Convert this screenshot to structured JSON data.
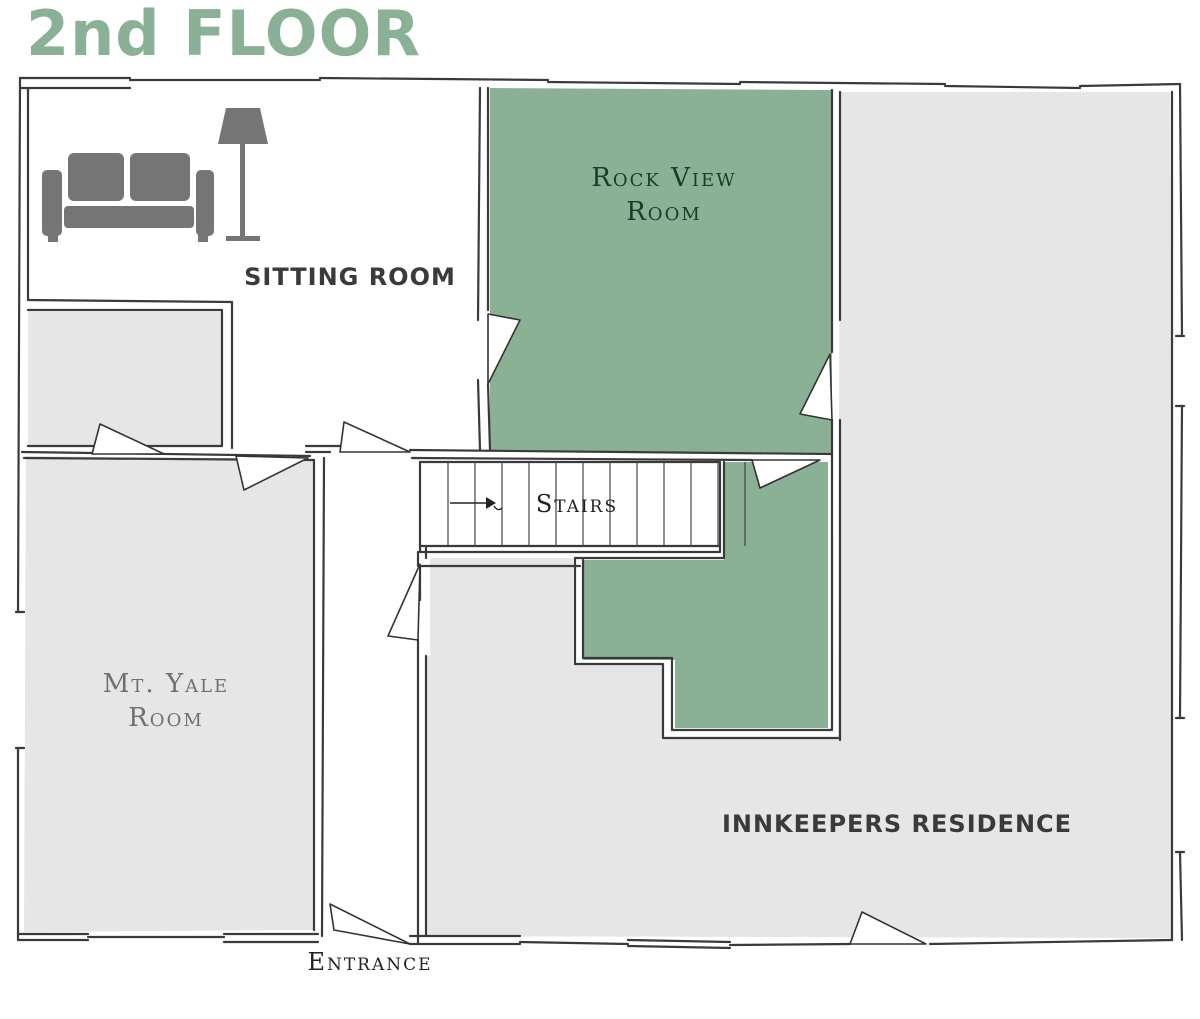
{
  "header": {
    "title": "2nd FLOOR"
  },
  "rooms": {
    "sitting": {
      "label": "SITTING ROOM"
    },
    "rock_view": {
      "label_line1": "Rock View",
      "label_line2": "Room"
    },
    "mt_yale": {
      "label_line1": "Mt. Yale",
      "label_line2": "Room"
    },
    "innkeepers": {
      "label": "INNKEEPERS RESIDENCE"
    },
    "stairs": {
      "label": "Stairs"
    },
    "entrance": {
      "label": "Entrance"
    }
  },
  "colors": {
    "title": "#8ab195",
    "guest_room": "#8ab195",
    "private_area": "#e6e6e6",
    "wall": "#3a3a3a",
    "label_dark": "#3a3a3a",
    "label_rock_view": "#1e3a28",
    "label_mt_yale": "#707070",
    "furniture": "#757575"
  },
  "icons": [
    "sofa-icon",
    "floor-lamp-icon"
  ]
}
